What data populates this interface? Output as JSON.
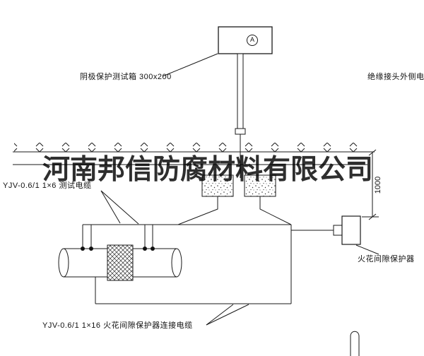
{
  "watermark": {
    "text": "河南邦信防腐材料有限公司"
  },
  "test_box": {
    "label": "阴极保护测试箱 300x200",
    "meter_symbol": "A"
  },
  "labels": {
    "insulated_joint_cable": "绝缘接头外侧电缆",
    "test_cable": "YJV-0.6/1 1×6  测试电缆",
    "spark_gap_protector": "火花间隙保护器",
    "spark_gap_cable": "YJV-0.6/1 1×16  火花间隙保护器连接电缆"
  },
  "dimensions": {
    "burial_depth": "1000"
  },
  "colors": {
    "line": "#1a1a1a",
    "background": "#ffffff",
    "watermark": "rgba(0,0,0,0.82)"
  }
}
